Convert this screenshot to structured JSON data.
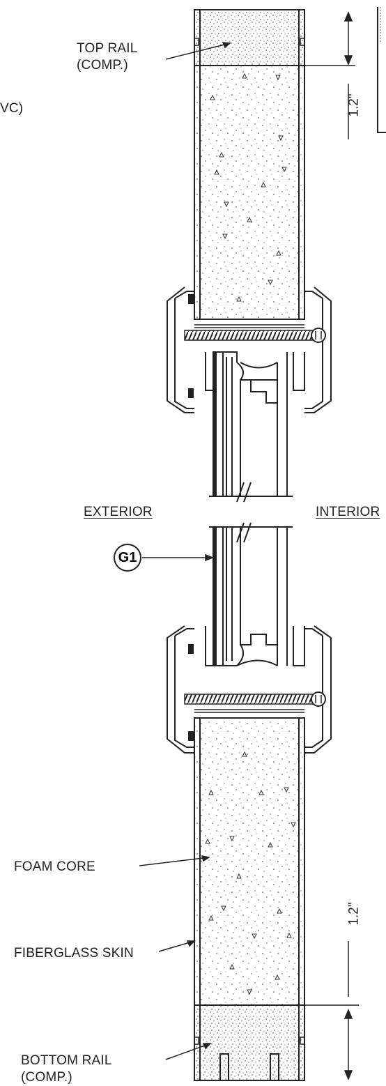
{
  "labels": {
    "top_rail_1": "TOP RAIL",
    "top_rail_2": "(COMP.)",
    "pvc_partial": "VC)",
    "exterior": "EXTERIOR",
    "interior": "INTERIOR",
    "glass_tag": "G1",
    "foam_core": "FOAM CORE",
    "fiberglass_skin": "FIBERGLASS SKIN",
    "bottom_rail_1": "BOTTOM RAIL",
    "bottom_rail_2": "(COMP.)"
  },
  "dimensions": {
    "top": "1.2\"",
    "bottom": "1.2\""
  },
  "colors": {
    "line": "#222222",
    "background": "#ffffff"
  }
}
